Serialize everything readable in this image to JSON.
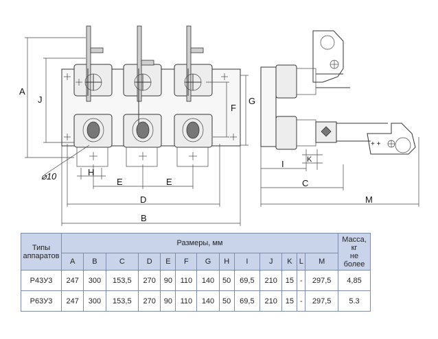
{
  "drawing": {
    "dims": {
      "A": "A",
      "B": "B",
      "C": "C",
      "D": "D",
      "E1": "E",
      "E2": "E",
      "F": "F",
      "G": "G",
      "H": "H",
      "I": "I",
      "J": "J",
      "K": "K",
      "M": "M",
      "hole": "⌀10"
    }
  },
  "table": {
    "type_header": [
      "Типы",
      "аппаратов"
    ],
    "sizes_header": "Размеры, мм",
    "mass_header": [
      "Масса, кг",
      "не более"
    ],
    "columns": [
      "A",
      "B",
      "C",
      "D",
      "E",
      "F",
      "G",
      "H",
      "I",
      "J",
      "K",
      "L",
      "M"
    ],
    "rows": [
      {
        "type": "Р43У3",
        "values": [
          "247",
          "300",
          "153,5",
          "270",
          "90",
          "110",
          "140",
          "50",
          "69,5",
          "210",
          "15",
          "-",
          "297,5"
        ],
        "mass": "4,85"
      },
      {
        "type": "Р63У3",
        "values": [
          "247",
          "300",
          "153,5",
          "270",
          "90",
          "110",
          "140",
          "50",
          "69,5",
          "210",
          "15",
          "-",
          "297,5"
        ],
        "mass": "5.3"
      }
    ]
  }
}
